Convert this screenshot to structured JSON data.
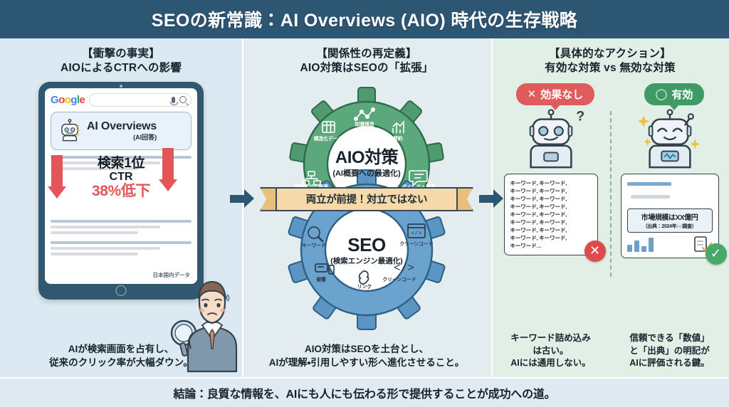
{
  "title": "SEOの新常識：AI Overviews (AIO) 時代の生存戦略",
  "footer": "結論：良質な情報を、AIにも人にも伝わる形で提供することが成功への道。",
  "panel1": {
    "head_line1": "【衝撃の事実】",
    "head_line2": "AIOによるCTRへの影響",
    "google_logo": [
      "G",
      "o",
      "o",
      "g",
      "l",
      "e"
    ],
    "aio_title": "AI Overviews",
    "aio_sub": "(AI回答)",
    "ctr_line1": "検索1位",
    "ctr_line2": "CTR",
    "ctr_line3": "38%低下",
    "data_note": "日本国内データ",
    "foot_line1": "AIが検索画面を占有し、",
    "foot_line2": "従来のクリック率が大幅ダウン。"
  },
  "panel2": {
    "head_line1": "【関係性の再定義】",
    "head_line2": "AIO対策はSEOの「拡張」",
    "banner": "両立が前提！対立ではない",
    "aio_core_title": "AIO対策",
    "aio_core_sub": "(AI概要への最適化)",
    "seo_core_title": "SEO",
    "seo_core_sub": "(検索エンジン最適化)",
    "aio_labels": [
      {
        "text": "構造化データ",
        "icon": "table-icon"
      },
      {
        "text": "知識構造",
        "icon": "node-graph-icon"
      },
      {
        "text": "要約",
        "icon": "bar-chart-icon"
      },
      {
        "text": "情報タグの関連",
        "icon": "sitemap-icon"
      },
      {
        "text": "ダイレクト回答",
        "icon": "speech-bubble-icon"
      }
    ],
    "seo_labels": [
      {
        "text": "キーワード",
        "icon": "magnifier-icon"
      },
      {
        "text": "クリーンコード",
        "icon": "browser-code-icon"
      },
      {
        "text": "クリーンコード",
        "icon": "code-tag-icon"
      },
      {
        "text": "リンク",
        "icon": "chain-link-icon"
      },
      {
        "text": "被覆",
        "icon": "device-icon"
      }
    ],
    "foot_line1": "AIO対策はSEOを土台とし、",
    "foot_line2": "AIが理解・引用しやすい形へ進化させること。"
  },
  "panel3": {
    "head_line1": "【具体的なアクション】",
    "head_line2": "有効な対策 vs 無効な対策",
    "badge_bad": "効果なし",
    "badge_bad_mark": "✕",
    "badge_good": "有効",
    "badge_good_mark": "◯",
    "keyword_lines": [
      "キーワード, キーワード,",
      "キーワード, キーワード,",
      "キーワード, キーワード,",
      "キーワード, キーワード,",
      "キーワード, キーワード,",
      "キーワード, キーワード,",
      "キーワード, キーワード,",
      "キーワード, キーワード,",
      "キーワード…"
    ],
    "stat_main": "市場規模はXX億円",
    "stat_sub": "（出典：2024年○○調査）",
    "stamp_bad": "✕",
    "stamp_good": "✓",
    "caption_bad": [
      "キーワード詰め込み",
      "は古い。",
      "AIには通用しない。"
    ],
    "caption_good": [
      "信頼できる「数値」",
      "と「出典」の明記が",
      "AIに評価される鍵。"
    ]
  },
  "colors": {
    "header_bg": "#2d5673",
    "aio_gear": "#4f9a6f",
    "seo_gear": "#5b95c4",
    "alert_red": "#e2565a",
    "success_green": "#3f9a63",
    "banner": "#f5d9a8"
  }
}
